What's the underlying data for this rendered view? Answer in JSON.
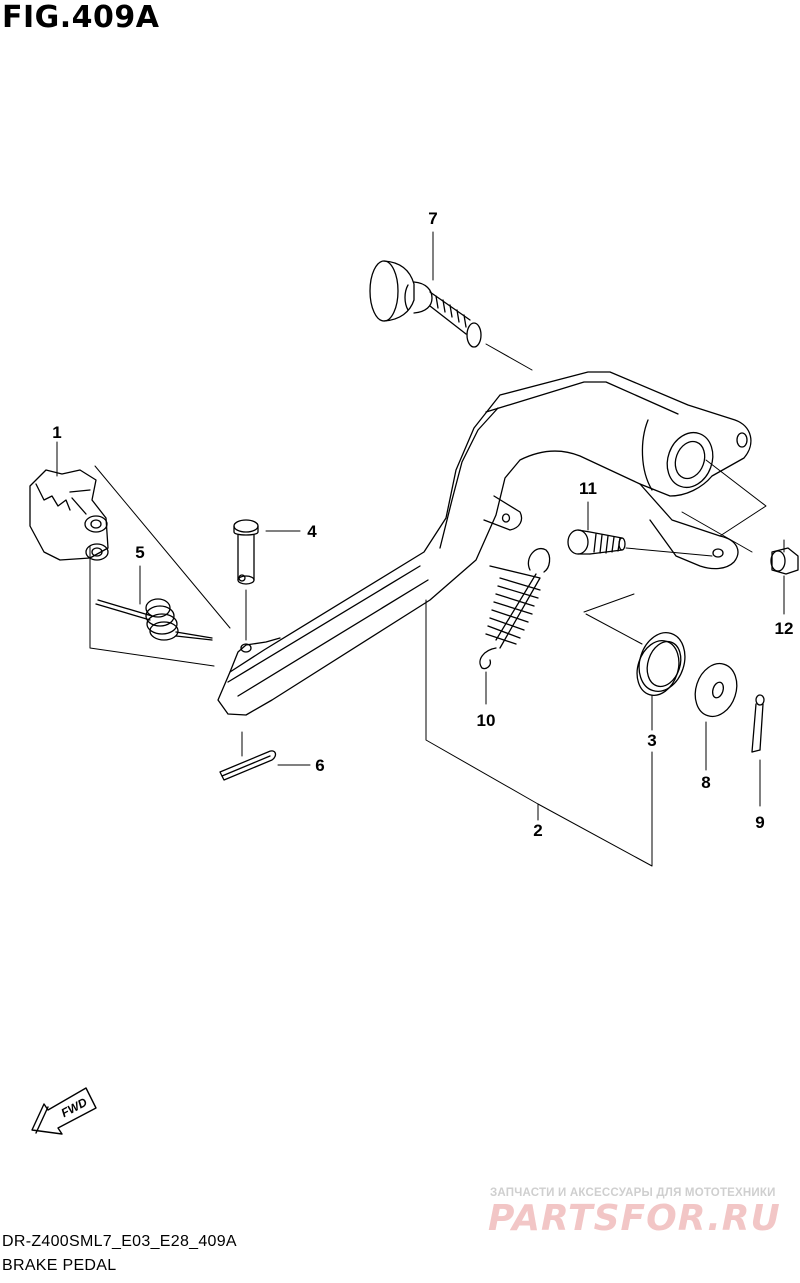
{
  "figure": {
    "title": "FIG.409A",
    "model_code": "DR-Z400SML7_E03_E28_409A",
    "page_name": "BRAKE PEDAL",
    "fwd_label": "FWD"
  },
  "callouts": [
    {
      "id": "1",
      "label": "1"
    },
    {
      "id": "2",
      "label": "2"
    },
    {
      "id": "3",
      "label": "3"
    },
    {
      "id": "4",
      "label": "4"
    },
    {
      "id": "5",
      "label": "5"
    },
    {
      "id": "6",
      "label": "6"
    },
    {
      "id": "7",
      "label": "7"
    },
    {
      "id": "8",
      "label": "8"
    },
    {
      "id": "9",
      "label": "9"
    },
    {
      "id": "10",
      "label": "10"
    },
    {
      "id": "11",
      "label": "11"
    },
    {
      "id": "12",
      "label": "12"
    }
  ],
  "watermark": {
    "tagline": "ЗАПЧАСТИ И АКСЕССУАРЫ ДЛЯ МОТОТЕХНИКИ",
    "logo": "PARTSFOR.RU"
  }
}
